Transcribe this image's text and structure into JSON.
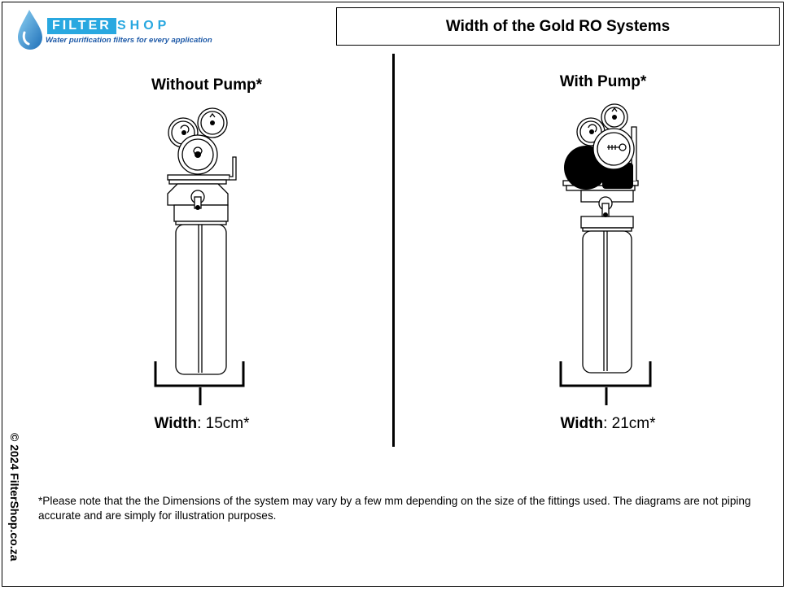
{
  "logo": {
    "brand_filter": "FILTER",
    "brand_shop": "SHOP",
    "tagline": "Water purification filters for every application",
    "colors": {
      "brand_blue": "#29a8e0",
      "tagline_blue": "#1e5aa8"
    },
    "icon": "water-drop-icon"
  },
  "header": {
    "title": "Width of the Gold RO Systems"
  },
  "panels": [
    {
      "title": "Without Pump*",
      "width_label": "Width",
      "width_value": ": 15cm*"
    },
    {
      "title": "With Pump*",
      "width_label": "Width",
      "width_value": ": 21cm*"
    }
  ],
  "note": "*Please note that the the Dimensions of the system may vary by a few mm depending on the size of the fittings used. The diagrams are not piping accurate and are simply for illustration purposes.",
  "copyright": "© 2024 FilterShop.co.za"
}
